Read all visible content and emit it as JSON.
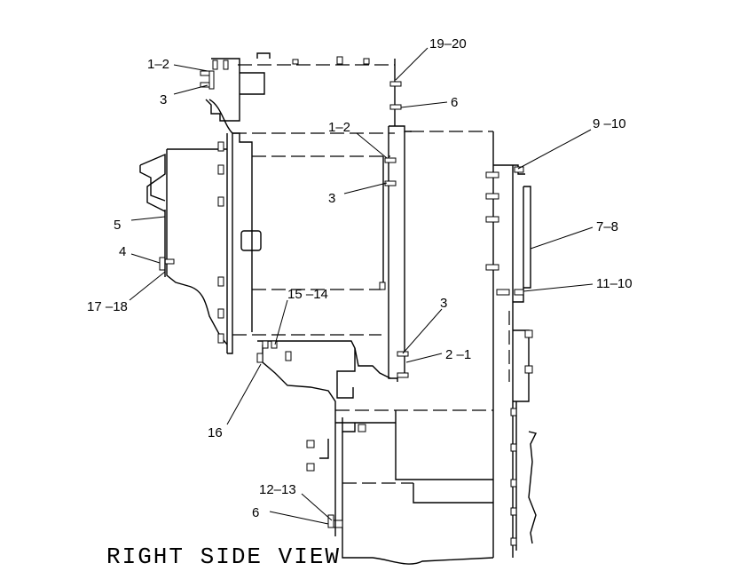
{
  "view_title": "RIGHT SIDE VIEW",
  "callouts": {
    "c1": "1–2",
    "c2": "3",
    "c3": "19–20",
    "c4": "6",
    "c5": "1–2",
    "c6": "3",
    "c7": "9 –10",
    "c8": "5",
    "c9": "7–8",
    "c10": "4",
    "c11": "11–10",
    "c12": "17 –18",
    "c13": "15 –14",
    "c14": "3",
    "c15": "2 –1",
    "c16": "16",
    "c17": "12–13",
    "c18": "6"
  }
}
